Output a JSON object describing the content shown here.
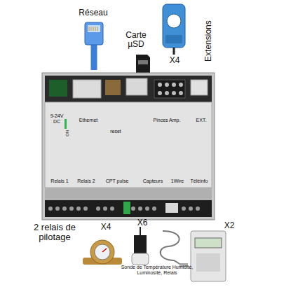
{
  "diagram": {
    "labels": [
      "Réseau",
      "Carte µSD",
      "X4",
      "Extensions",
      "9-24V DC",
      "ON",
      "Ethernet",
      "reset",
      "Pinces Amp.",
      "EXT.",
      "Relais 1",
      "Relais 2",
      "CPT pulse",
      "Capteurs",
      "1Wire",
      "Téléinfo",
      "2 relais de pilotage",
      "X4",
      "X6",
      "X2",
      "Sonde de Température Humidité, Luminosité, Relais"
    ]
  }
}
